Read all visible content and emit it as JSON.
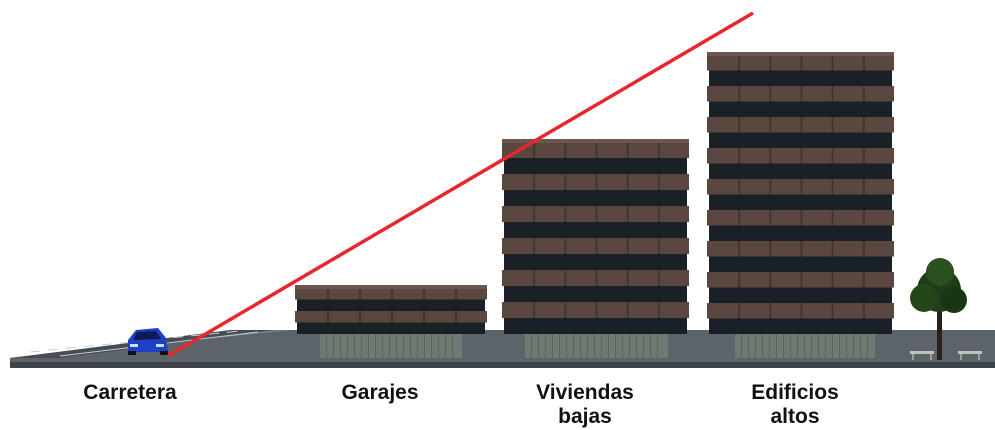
{
  "labels": {
    "road": "Carretera",
    "garages": "Garajes",
    "low_housing_line1": "Viviendas",
    "low_housing_line2": "bajas",
    "tall_buildings_line1": "Edificios",
    "tall_buildings_line2": "altos"
  },
  "colors": {
    "ground": "#4f575d",
    "ground_top": "#7c858b",
    "facade_brown": "#5a4740",
    "facade_dark": "#1a2126",
    "podium": "#6f7a72",
    "sight_line": "#e8262d",
    "car": "#1f3fc4",
    "tree": "#1f3d17"
  },
  "buildings": [
    {
      "name": "garages",
      "floors": 2
    },
    {
      "name": "low-housing",
      "floors": 6
    },
    {
      "name": "tall-buildings",
      "floors": 9
    }
  ]
}
